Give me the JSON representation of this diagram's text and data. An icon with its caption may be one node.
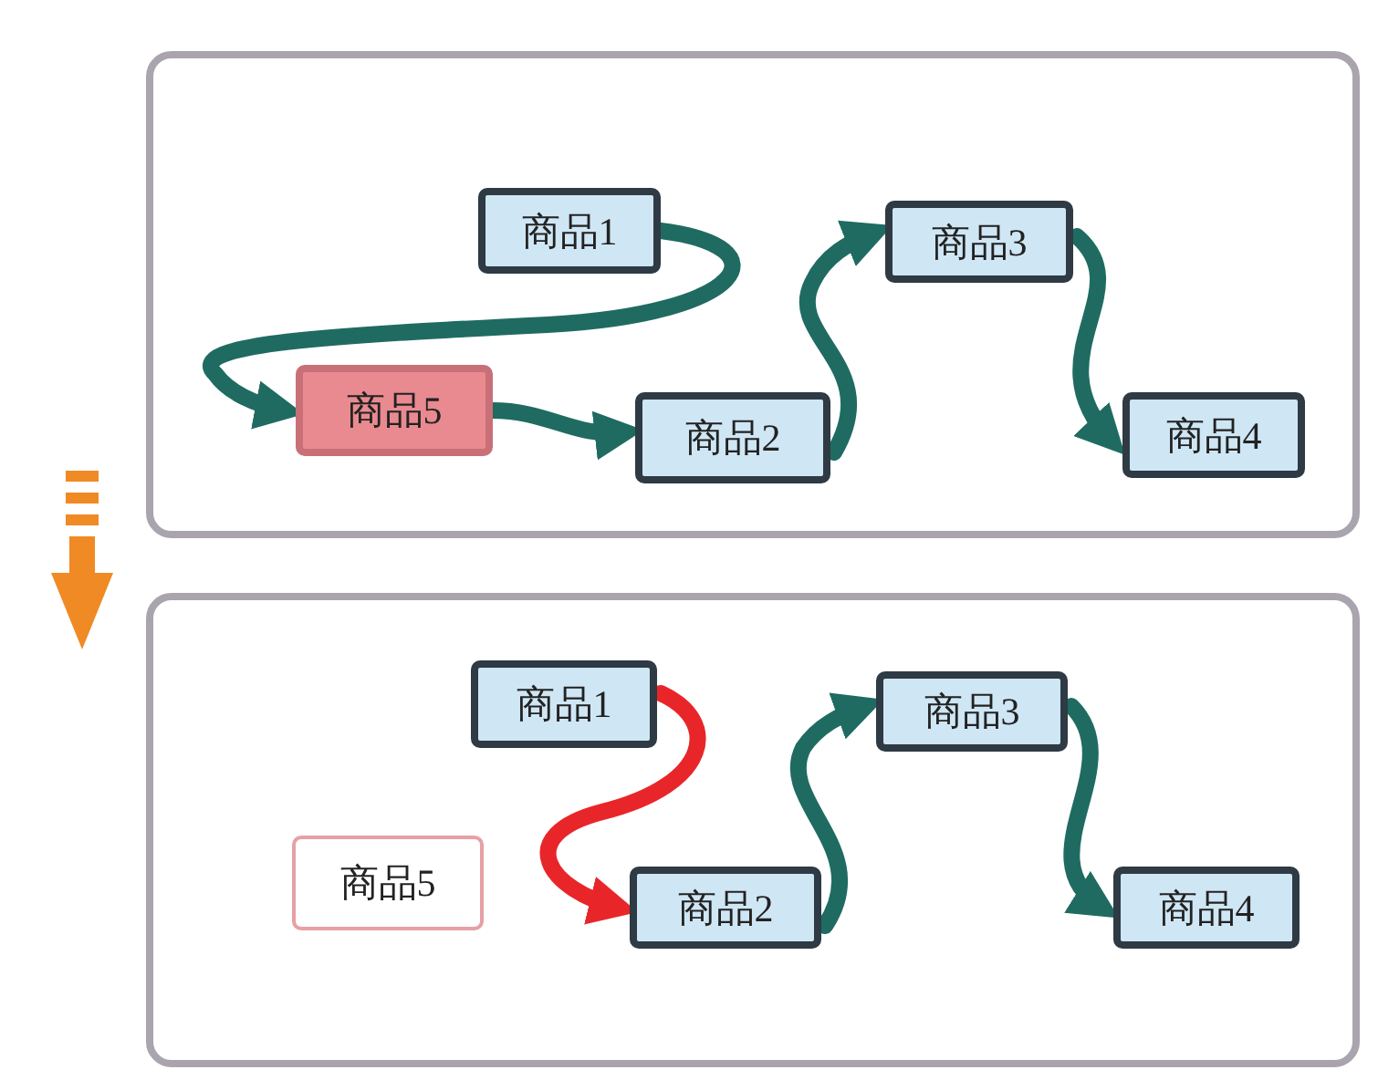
{
  "diagram": {
    "nodes": [
      {
        "text": [],
        "shape": "box"
      },
      {
        "text": [
          "商品1"
        ],
        "in": 0
      },
      {
        "text": [
          "商品3"
        ],
        "in": 0
      },
      {
        "text": [
          "商品5"
        ],
        "in": 0
      },
      {
        "text": [
          "商品2"
        ],
        "in": 0
      },
      {
        "text": [
          "商品4"
        ],
        "in": 0
      },
      {
        "text": [],
        "shape": "box"
      },
      {
        "text": [
          "商品1"
        ],
        "in": 6
      },
      {
        "text": [
          "商品3"
        ],
        "in": 6
      },
      {
        "text": [
          "商品5"
        ],
        "in": 6
      },
      {
        "text": [
          "商品2"
        ],
        "in": 6
      },
      {
        "text": [
          "商品4"
        ],
        "in": 6
      }
    ],
    "edges": [
      {
        "from": 1,
        "to": 3,
        "arrow": "to"
      },
      {
        "from": 3,
        "to": 4,
        "arrow": "to"
      },
      {
        "from": 4,
        "to": 2,
        "arrow": "to"
      },
      {
        "from": 2,
        "to": 5,
        "arrow": "to"
      },
      {
        "from": 7,
        "to": 10,
        "arrow": "to",
        "color": "#e8262a"
      },
      {
        "from": 10,
        "to": 8,
        "arrow": "to"
      },
      {
        "from": 8,
        "to": 11,
        "arrow": "to"
      }
    ]
  }
}
